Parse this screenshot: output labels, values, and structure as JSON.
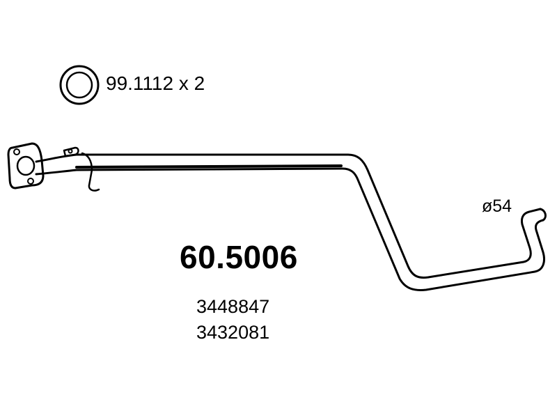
{
  "gasket": {
    "icon": "o-ring-gasket-icon",
    "label": "99.1112 x 2"
  },
  "pipe": {
    "icon": "exhaust-pipe-drawing",
    "diameter_label": "ø54"
  },
  "part": {
    "number": "60.5006",
    "references": [
      "3448847",
      "3432081"
    ]
  },
  "colors": {
    "line": "#000000",
    "background": "#ffffff"
  }
}
